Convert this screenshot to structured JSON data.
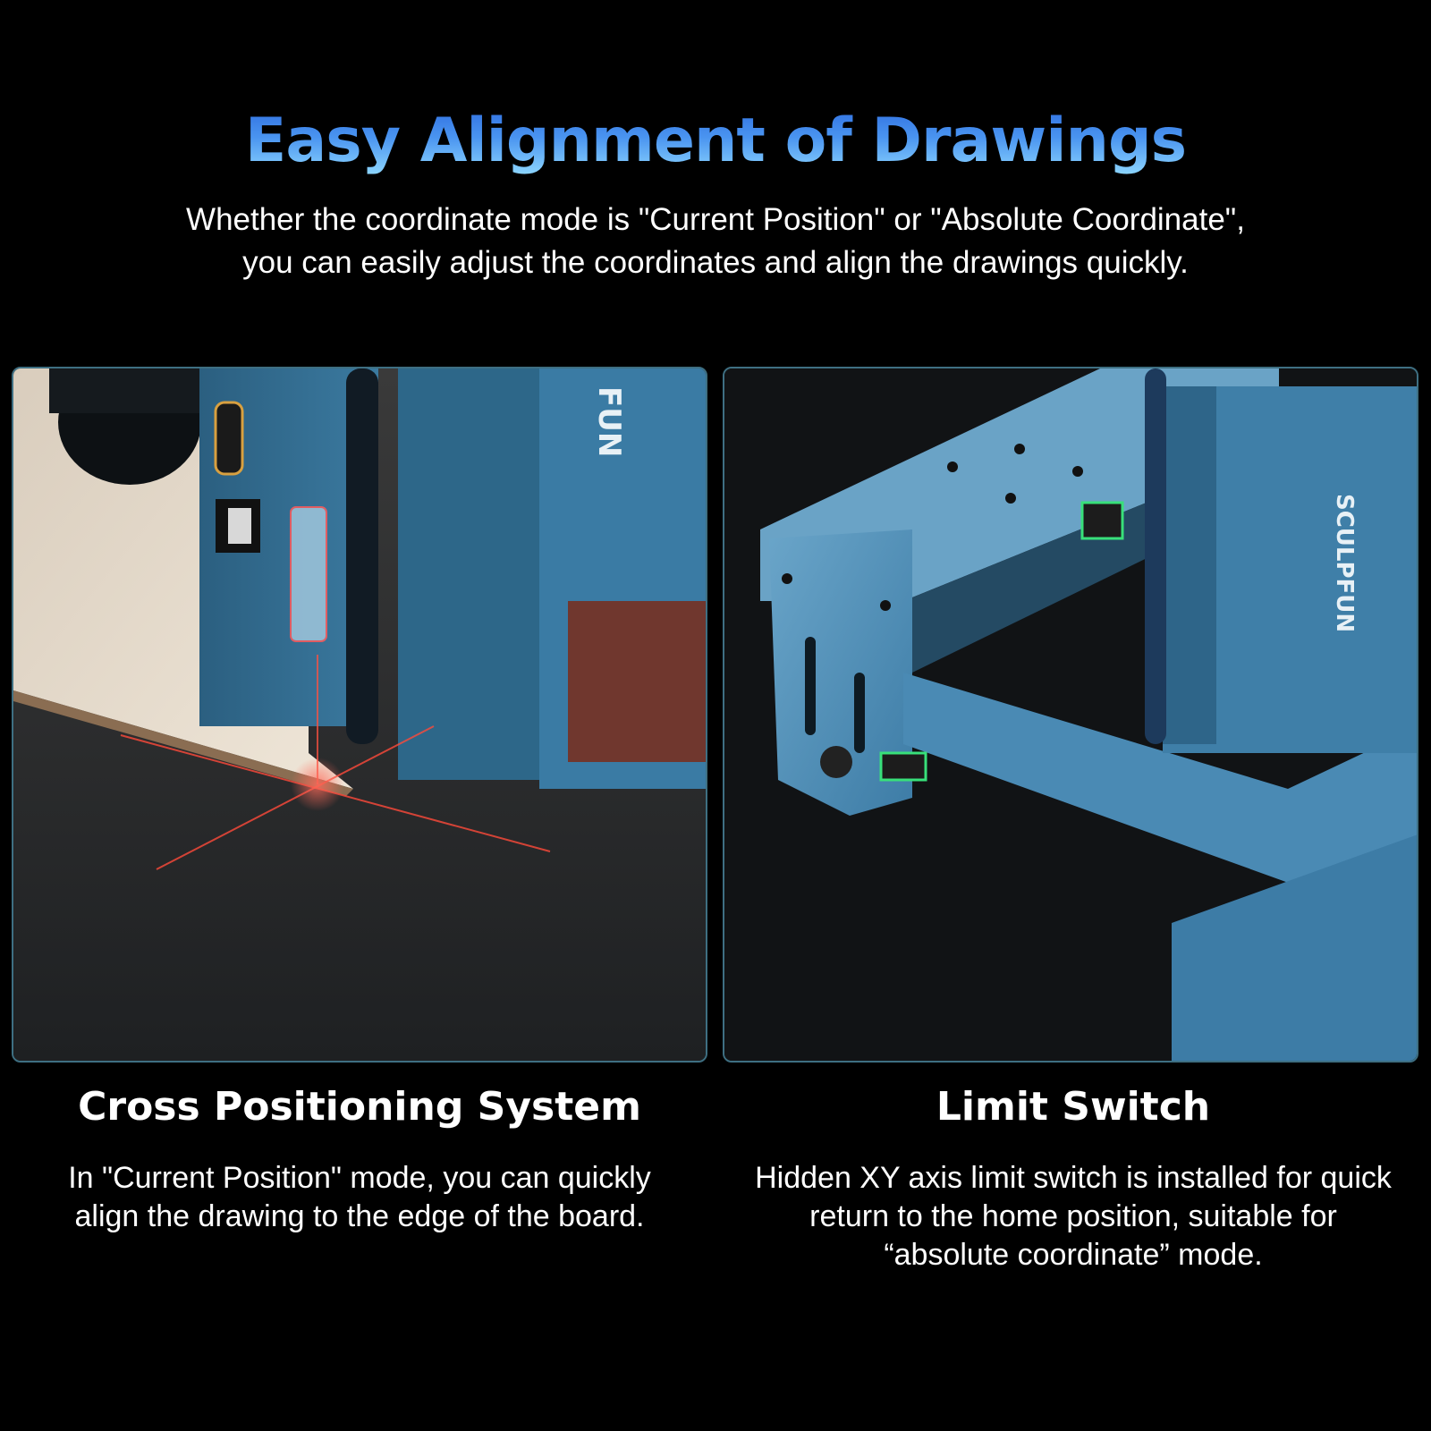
{
  "header": {
    "title": "Easy Alignment of Drawings",
    "subtitle_line1": "Whether the coordinate mode is \"Current Position\" or \"Absolute Coordinate\",",
    "subtitle_line2": "you can easily adjust the coordinates and align the drawings quickly."
  },
  "features": [
    {
      "title": "Cross Positioning System",
      "text_line1": "In \"Current Position\" mode, you can quickly",
      "text_line2": "align the drawing to the edge of the board.",
      "image": {
        "description": "laser-module-cross-laser-on-board-edge",
        "brand_text": "FUN",
        "laser_color": "#ff4a3a",
        "module_color": "#2f6a8c"
      }
    },
    {
      "title": "Limit Switch",
      "text_line1": "Hidden XY axis limit switch is installed for quick",
      "text_line2": "return to the home position, suitable for",
      "text_line3": "“absolute coordinate” mode.",
      "image": {
        "description": "engraver-frame-with-highlighted-limit-switches",
        "brand_text": "SCULPFUN",
        "highlight_color": "#38e07a",
        "frame_color": "#4f8fb5"
      }
    }
  ],
  "colors": {
    "background": "#000000",
    "title_gradient_top": "#2f6fe0",
    "title_gradient_bottom": "#8fd8ff",
    "panel_border": "#3e6f82"
  }
}
